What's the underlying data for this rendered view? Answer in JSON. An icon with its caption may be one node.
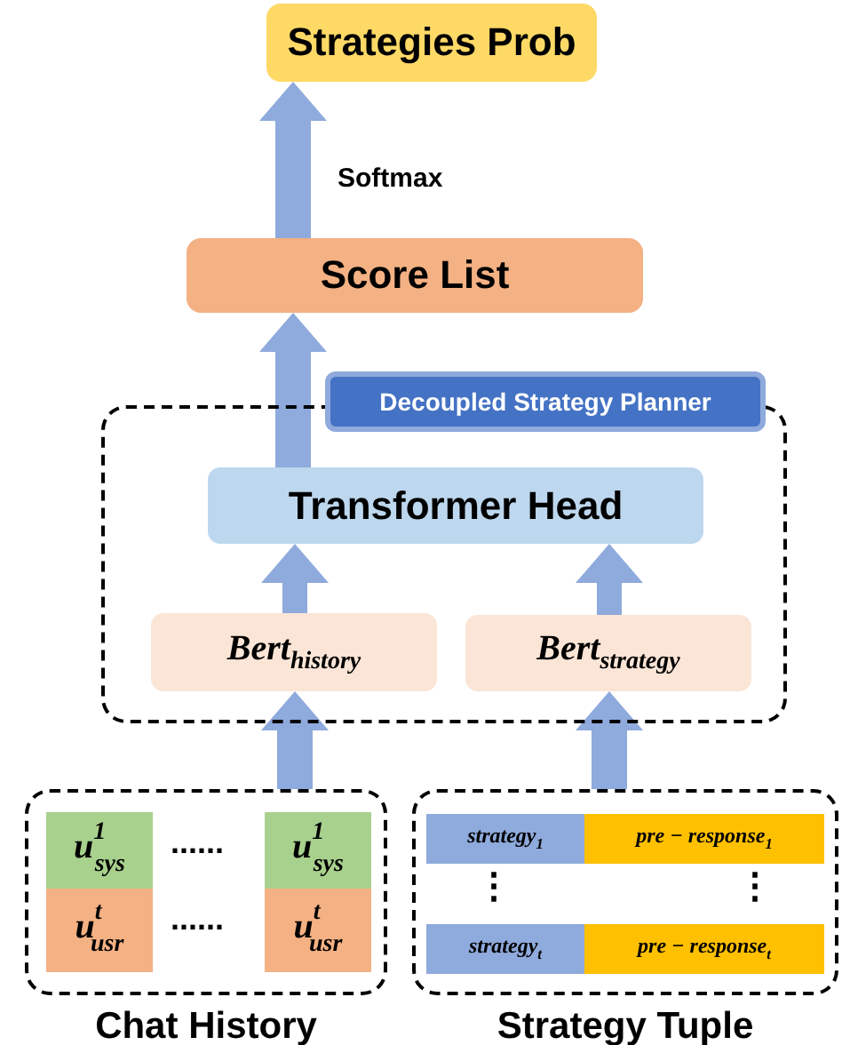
{
  "diagram": {
    "nodes": [
      {
        "text": [
          "Strategies Prob"
        ]
      },
      {
        "text": [
          "Score List"
        ]
      },
      {
        "text": [
          "Decoupled Strategy Planner"
        ]
      },
      {
        "text": [
          "Transformer Head"
        ],
        "in": 2
      },
      {
        "text": [
          "Bert$_{history}$"
        ],
        "in": 2
      },
      {
        "text": [
          "Bert$_{strategy}$"
        ],
        "in": 2
      },
      {
        "text": [
          "Chat History"
        ]
      },
      {
        "text": [
          "u$^{1}$$_{sys}$"
        ],
        "in": 6
      },
      {
        "text": [
          "u$^{t}$$_{usr}$"
        ],
        "in": 6
      },
      {
        "text": [
          "u$^{1}$$_{sys}$"
        ],
        "in": 6
      },
      {
        "text": [
          "u$^{t}$$_{usr}$"
        ],
        "in": 6
      },
      {
        "text": [
          "Strategy Tuple"
        ]
      },
      {
        "text": [
          "strategy$_{1}$"
        ],
        "in": 11
      },
      {
        "text": [
          "pre − response$_{1}$"
        ],
        "in": 11
      },
      {
        "text": [
          "strategy$_{t}$"
        ],
        "in": 11
      },
      {
        "text": [
          "pre − response$_{t}$"
        ],
        "in": 11
      }
    ],
    "edges": [
      {
        "from": 1,
        "to": 0,
        "arrow": "to",
        "label": "Softmax"
      },
      {
        "from": 3,
        "to": 1,
        "arrow": "to"
      },
      {
        "from": 4,
        "to": 3,
        "arrow": "to"
      },
      {
        "from": 5,
        "to": 3,
        "arrow": "to"
      },
      {
        "from": 6,
        "to": 4,
        "arrow": "to"
      },
      {
        "from": 11,
        "to": 5,
        "arrow": "to"
      }
    ],
    "labels": [
      "......",
      "⋮",
      "⋮",
      "......"
    ]
  }
}
